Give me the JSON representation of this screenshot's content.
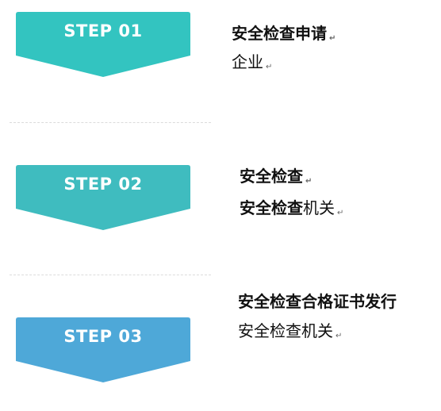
{
  "steps": [
    {
      "label": "STEP 01",
      "color": "#33c4c0",
      "title": "安全检查申请",
      "subtitle": "企业"
    },
    {
      "label": "STEP 02",
      "color": "#3fbcbf",
      "title": "安全检查",
      "subtitle_bold": "安全检查",
      "subtitle_rest": "机关"
    },
    {
      "label": "STEP 03",
      "color": "#4ea8d8",
      "title": "安全检查合格证书发行",
      "subtitle": "安全检查机关"
    }
  ],
  "paragraph_mark": "↵"
}
